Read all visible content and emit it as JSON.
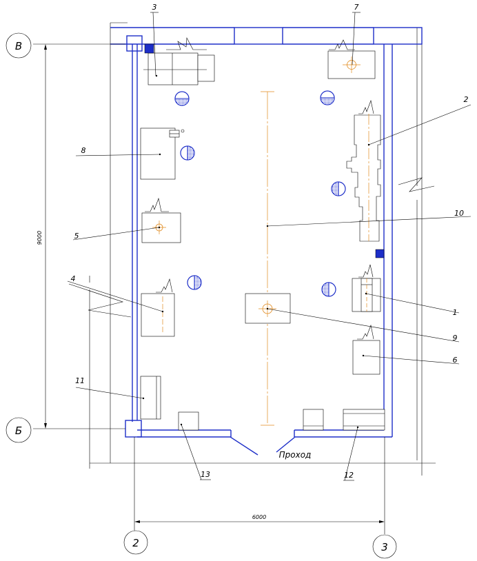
{
  "axes": {
    "row_v": "В",
    "row_b": "Б",
    "col_2": "2",
    "col_3": "3"
  },
  "dimensions": {
    "height": "9000",
    "width": "6000"
  },
  "passage_label": "Проход",
  "equipment_labels": {
    "n1": "1",
    "n2": "2",
    "n3": "3",
    "n4": "4",
    "n5": "5",
    "n6": "6",
    "n7": "7",
    "n8": "8",
    "n9": "9",
    "n10": "10",
    "n11": "11",
    "n12": "12",
    "n13": "13"
  },
  "colors": {
    "walls": "#1d2ec8",
    "center_lines": "#e08a1e",
    "lines": "#000000"
  }
}
